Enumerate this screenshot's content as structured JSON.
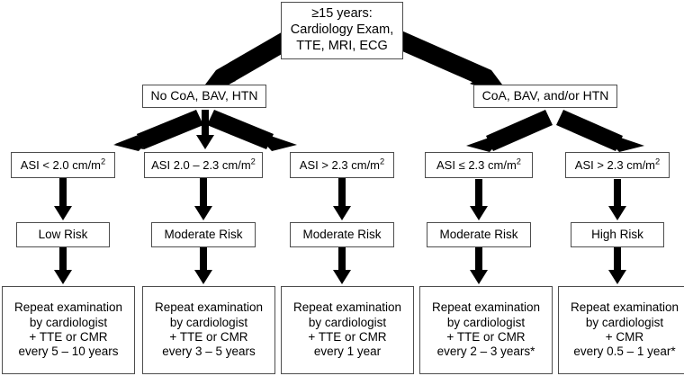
{
  "diagram": {
    "title_node": {
      "name": "root-node",
      "lines": [
        "≥15 years:",
        "Cardiology Exam,",
        "TTE, MRI, ECG"
      ]
    },
    "level2": [
      {
        "name": "no-coa-bav-htn-node",
        "lines": [
          "No CoA, BAV, HTN"
        ]
      },
      {
        "name": "coa-bav-htn-node",
        "lines": [
          "CoA, BAV, and/or HTN"
        ]
      }
    ],
    "asi_nodes": [
      {
        "name": "asi-lt-2-0-node",
        "text": "ASI < 2.0 cm/m",
        "exponent": "2"
      },
      {
        "name": "asi-2-0-to-2-3-node",
        "text": "ASI 2.0 – 2.3 cm/m",
        "exponent": "2"
      },
      {
        "name": "asi-gt-2-3-left-node",
        "text": "ASI > 2.3 cm/m",
        "exponent": "2"
      },
      {
        "name": "asi-le-2-3-node",
        "text": "ASI ≤ 2.3 cm/m",
        "exponent": "2"
      },
      {
        "name": "asi-gt-2-3-right-node",
        "text": "ASI > 2.3 cm/m",
        "exponent": "2"
      }
    ],
    "risk_nodes": [
      {
        "name": "risk-low-node",
        "label": "Low Risk"
      },
      {
        "name": "risk-moderate-1-node",
        "label": "Moderate Risk"
      },
      {
        "name": "risk-moderate-2-node",
        "label": "Moderate Risk"
      },
      {
        "name": "risk-moderate-3-node",
        "label": "Moderate Risk"
      },
      {
        "name": "risk-high-node",
        "label": "High Risk"
      }
    ],
    "recommendation_nodes": [
      {
        "name": "recommendation-5-10-years-node",
        "lines": [
          "Repeat examination",
          "by cardiologist",
          "+ TTE or CMR",
          "every 5 – 10 years"
        ]
      },
      {
        "name": "recommendation-3-5-years-node",
        "lines": [
          "Repeat examination",
          "by cardiologist",
          "+ TTE or CMR",
          "every 3 – 5 years"
        ]
      },
      {
        "name": "recommendation-1-year-node",
        "lines": [
          "Repeat examination",
          "by cardiologist",
          "+ TTE or CMR",
          "every 1 year"
        ]
      },
      {
        "name": "recommendation-2-3-years-node",
        "lines": [
          "Repeat examination",
          "by cardiologist",
          "+ TTE or CMR",
          "every 2 – 3 years*"
        ]
      },
      {
        "name": "recommendation-0-5-1-year-node",
        "lines": [
          "Repeat examination",
          "by cardiologist",
          "+ CMR",
          "every 0.5 – 1 year*"
        ]
      }
    ],
    "colors": {
      "box_border": "#4d4d4d",
      "arrow": "#000000",
      "background": "#ffffff",
      "text": "#000000"
    }
  }
}
